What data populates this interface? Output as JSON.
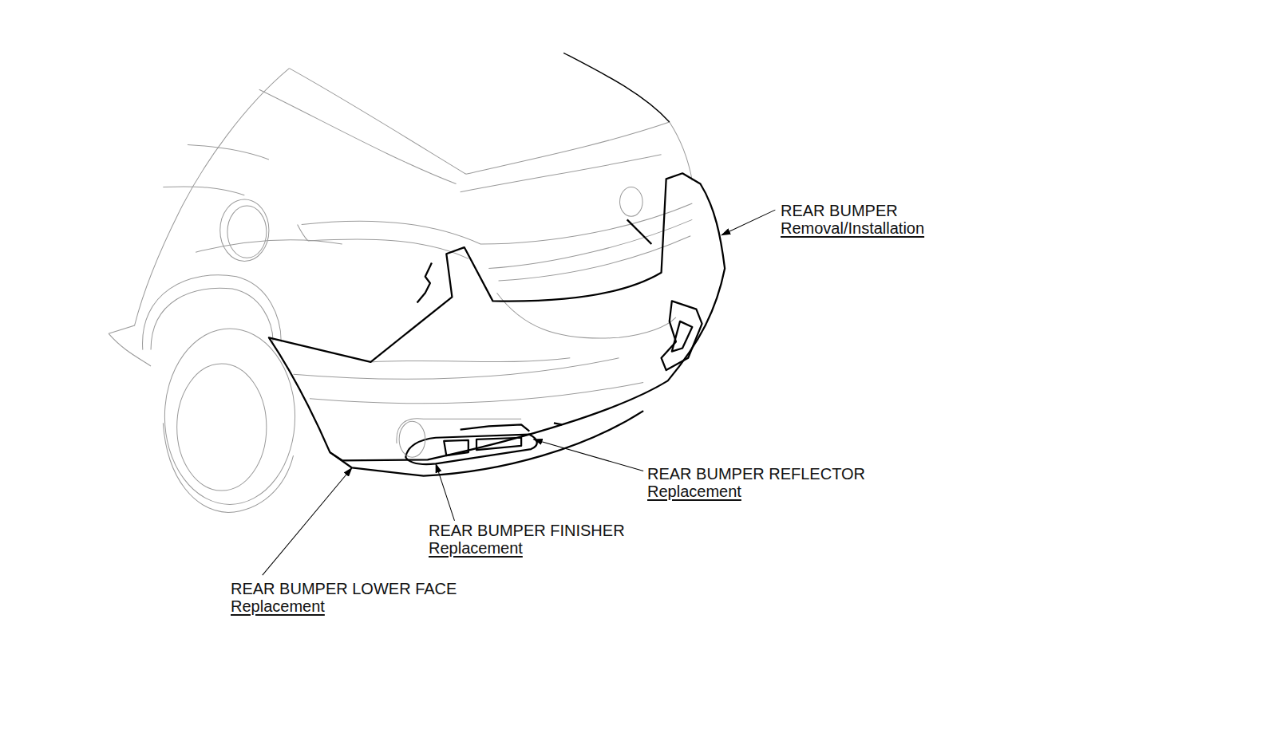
{
  "diagram": {
    "labels": [
      "REAR BUMPER",
      "Removal/Installation",
      "REAR BUMPER REFLECTOR",
      "Replacement",
      "REAR BUMPER FINISHER",
      "Replacement",
      "REAR BUMPER LOWER FACE",
      "Replacement"
    ]
  }
}
